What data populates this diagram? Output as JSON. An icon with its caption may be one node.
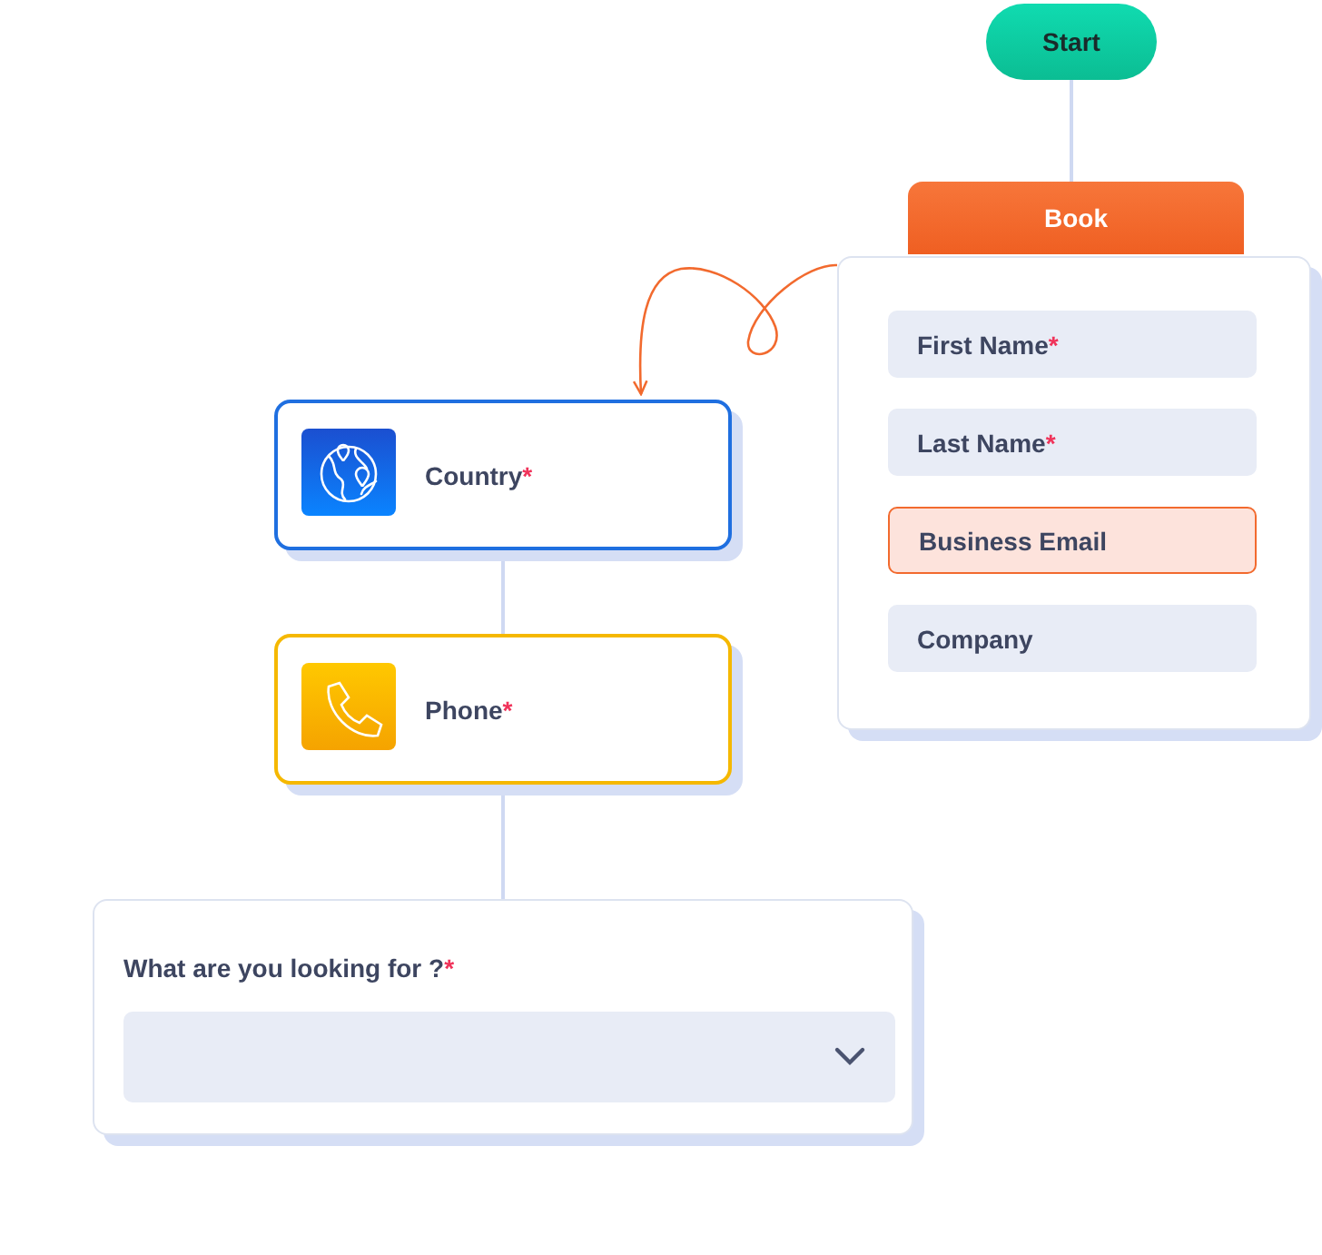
{
  "diagram": {
    "nodes": [
      {
        "text": [
          "Start"
        ]
      },
      {
        "text": [
          "Book"
        ]
      },
      {
        "text": [
          "First Name*"
        ],
        "in": 1
      },
      {
        "text": [
          "Last Name*"
        ],
        "in": 1
      },
      {
        "text": [
          "Business Email"
        ],
        "in": 1
      },
      {
        "text": [
          "Company"
        ],
        "in": 1
      },
      {
        "text": [
          "Country*"
        ]
      },
      {
        "text": [
          "Phone*"
        ]
      },
      {
        "text": [
          "What are you looking for ?*"
        ]
      }
    ],
    "edges": [
      {
        "from": 0,
        "to": 1,
        "arrow": "none"
      },
      {
        "from": 1,
        "to": 6,
        "arrow": "to",
        "color": "#f26a2e"
      },
      {
        "from": 6,
        "to": 7,
        "arrow": "none"
      },
      {
        "from": 7,
        "to": 8,
        "arrow": "none"
      }
    ]
  }
}
